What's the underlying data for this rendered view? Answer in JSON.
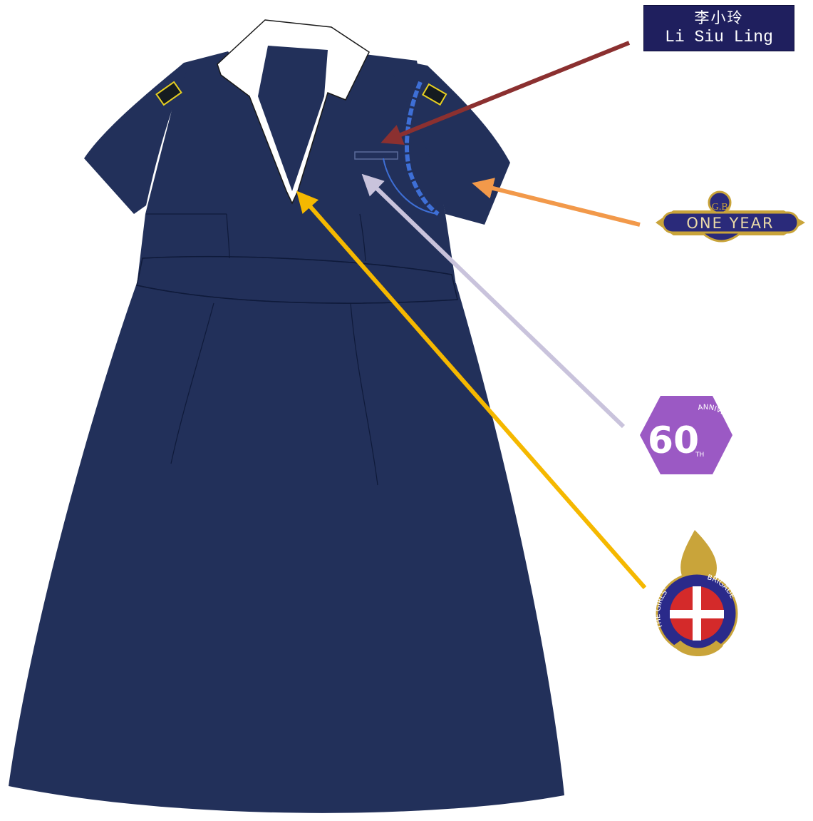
{
  "name_badge": {
    "chinese_name": "李小玲",
    "english_name": "Li Siu Ling",
    "background_color": "#1f1f5e"
  },
  "service_badge": {
    "top_text": "G.B.",
    "main_text": "ONE YEAR",
    "plate_color": "#2a2a7a",
    "trim_color": "#c9a43a"
  },
  "anniversary_badge": {
    "number": "60",
    "suffix": "TH",
    "word": "ANNIVERSARY",
    "color": "#9b59c4"
  },
  "crest_badge": {
    "ring_text_left": "THE GIRLS'",
    "ring_text_right": "BRIGADE",
    "ring_color": "#2a2a8a",
    "shield_color": "#d42a2a",
    "cross_color": "#ffffff"
  },
  "uniform": {
    "dress_color": "#22305a",
    "collar_color": "#ffffff",
    "lanyard_color": "#3e6fd6"
  },
  "arrows": [
    {
      "target": "name-badge-position",
      "color": "#8b3030"
    },
    {
      "target": "one-year-badge-position",
      "color": "#f2994a"
    },
    {
      "target": "anniversary-badge-position",
      "color": "#c9c3dc"
    },
    {
      "target": "crest-badge-position",
      "color": "#f5b800"
    }
  ]
}
